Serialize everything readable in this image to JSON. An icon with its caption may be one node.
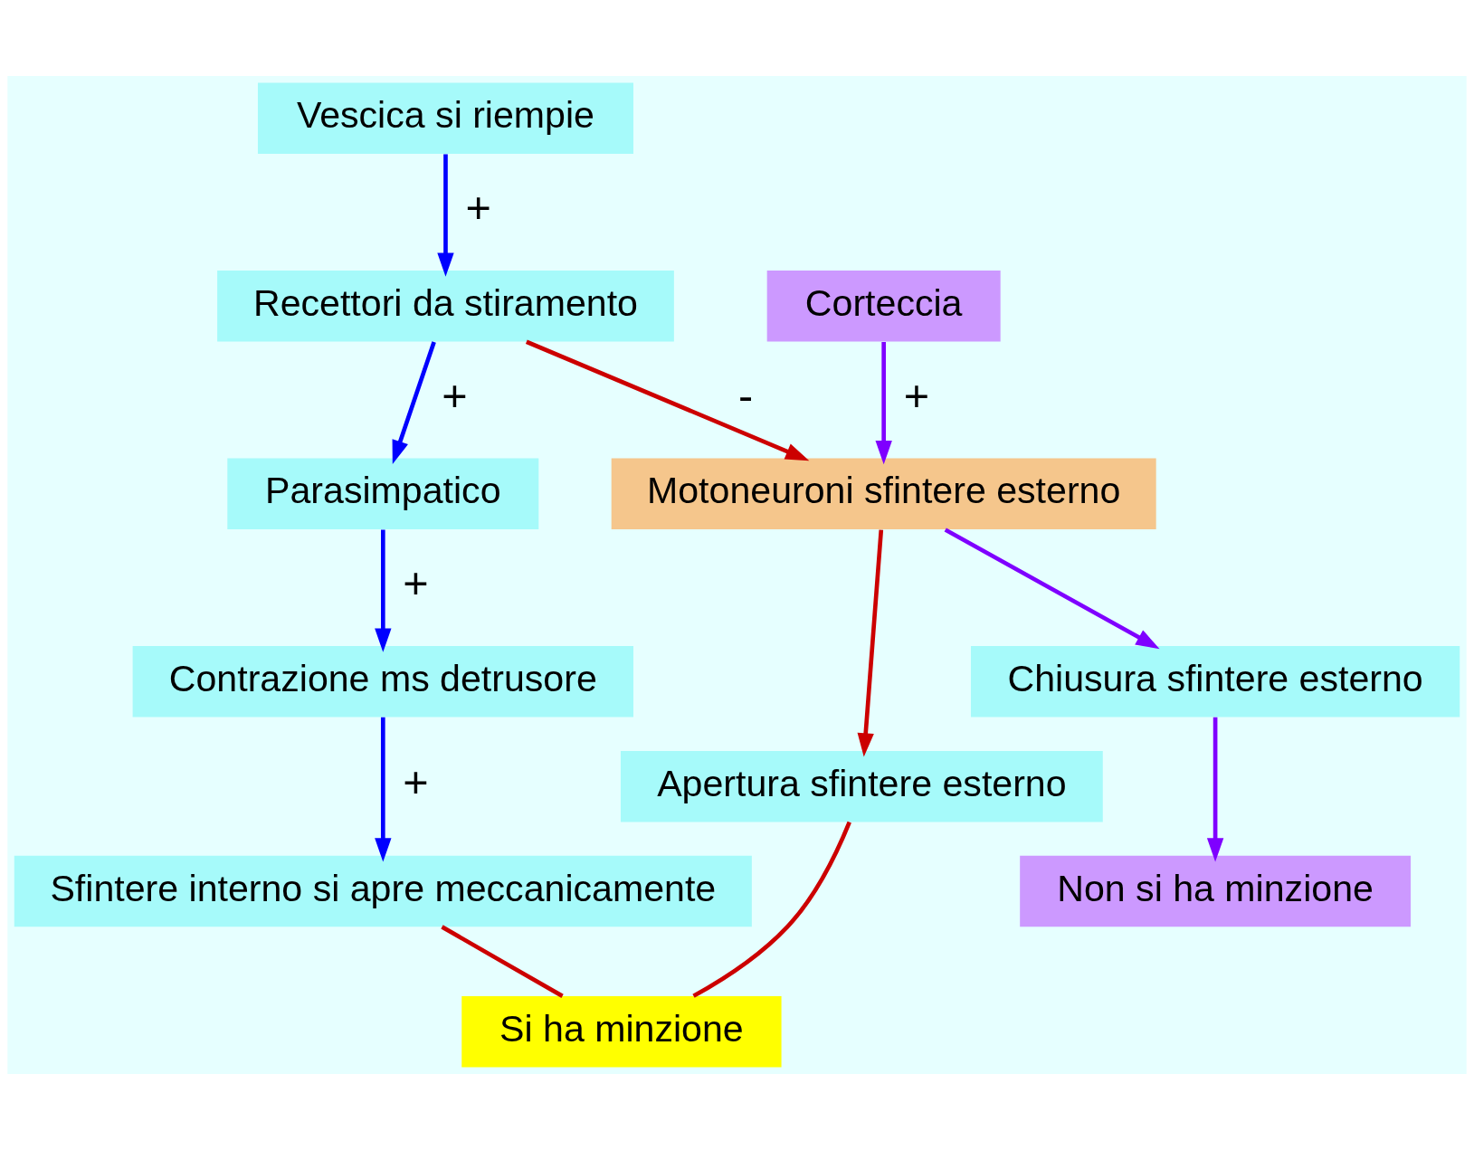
{
  "diagram": {
    "nodes": [
      {
        "text": [
          "Vescica si riempie"
        ]
      },
      {
        "text": [
          "Recettori da stiramento"
        ]
      },
      {
        "text": [
          "Parasimpatico"
        ]
      },
      {
        "text": [
          "Contrazione ms detrusore"
        ]
      },
      {
        "text": [
          "Sfintere interno si apre meccanicamente"
        ]
      },
      {
        "text": [
          "Corteccia"
        ]
      },
      {
        "text": [
          "Motoneuroni sfintere esterno"
        ]
      },
      {
        "text": [
          "Apertura sfintere esterno"
        ]
      },
      {
        "text": [
          "Chiusura sfintere esterno"
        ]
      },
      {
        "text": [
          "Non si ha minzione"
        ]
      },
      {
        "text": [
          "Si ha minzione"
        ]
      }
    ],
    "edges": [
      {
        "from": 0,
        "to": 1,
        "arrow": "to",
        "label": "+",
        "color": "#0000ff"
      },
      {
        "from": 1,
        "to": 2,
        "arrow": "to",
        "label": "+",
        "color": "#0000ff"
      },
      {
        "from": 2,
        "to": 3,
        "arrow": "to",
        "label": "+",
        "color": "#0000ff"
      },
      {
        "from": 3,
        "to": 4,
        "arrow": "to",
        "label": "+",
        "color": "#0000ff"
      },
      {
        "from": 1,
        "to": 6,
        "arrow": "to",
        "label": "-",
        "color": "#cc0000"
      },
      {
        "from": 5,
        "to": 6,
        "arrow": "to",
        "label": "+",
        "color": "#7f00ff"
      },
      {
        "from": 6,
        "to": 7,
        "arrow": "to",
        "color": "#cc0000"
      },
      {
        "from": 6,
        "to": 8,
        "arrow": "to",
        "color": "#7f00ff"
      },
      {
        "from": 8,
        "to": 9,
        "arrow": "to",
        "color": "#7f00ff"
      },
      {
        "from": 4,
        "to": 10,
        "arrow": "none",
        "color": "#cc0000"
      },
      {
        "from": 7,
        "to": 10,
        "arrow": "none",
        "color": "#cc0000"
      }
    ]
  }
}
